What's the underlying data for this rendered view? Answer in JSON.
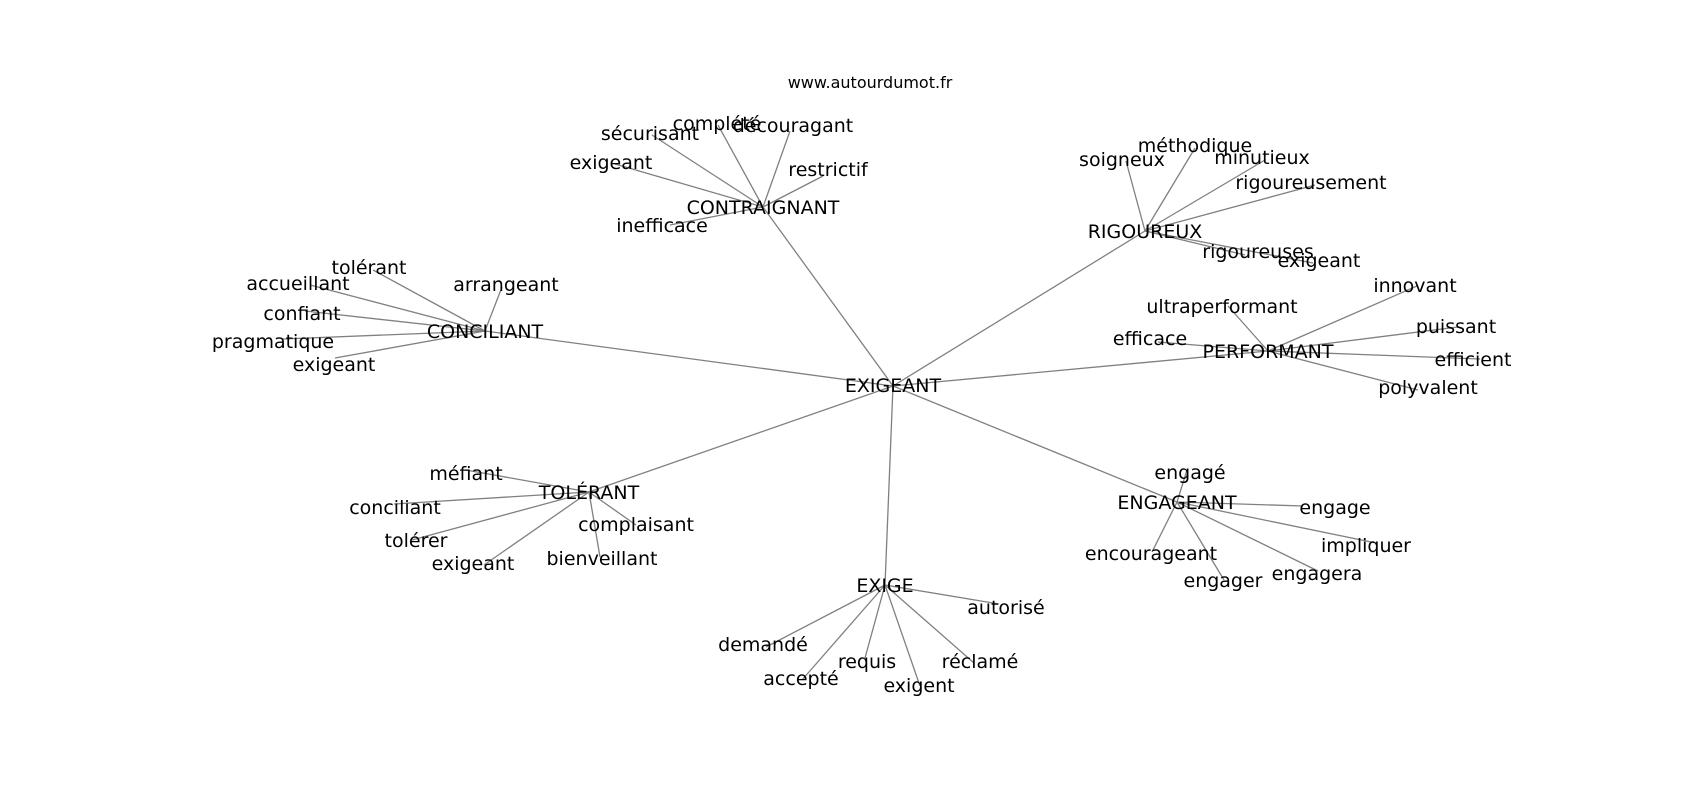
{
  "header": {
    "site_url": "www.autourdumot.fr"
  },
  "graph": {
    "center": {
      "label": "EXIGEANT"
    },
    "clusters": [
      {
        "label": "CONTRAIGNANT",
        "neighbors": [
          "complété",
          "découragant",
          "sécurisant",
          "exigeant",
          "restrictif",
          "inefficace"
        ]
      },
      {
        "label": "RIGOUREUX",
        "neighbors": [
          "soigneux",
          "méthodique",
          "minutieux",
          "rigoureusement",
          "rigoureuses",
          "exigeant"
        ]
      },
      {
        "label": "CONCILIANT",
        "neighbors": [
          "tolérant",
          "accueillant",
          "arrangeant",
          "confiant",
          "pragmatique",
          "exigeant"
        ]
      },
      {
        "label": "PERFORMANT",
        "neighbors": [
          "ultraperformant",
          "innovant",
          "efficace",
          "puissant",
          "efficient",
          "polyvalent"
        ]
      },
      {
        "label": "TOLÉRANT",
        "neighbors": [
          "méfiant",
          "conciliant",
          "tolérer",
          "exigeant",
          "complaisant",
          "bienveillant"
        ]
      },
      {
        "label": "ENGAGEANT",
        "neighbors": [
          "engagé",
          "engage",
          "impliquer",
          "engagera",
          "engager",
          "encourageant"
        ]
      },
      {
        "label": "EXIGE",
        "neighbors": [
          "autorisé",
          "demandé",
          "accepté",
          "requis",
          "exigent",
          "réclamé"
        ]
      }
    ]
  }
}
